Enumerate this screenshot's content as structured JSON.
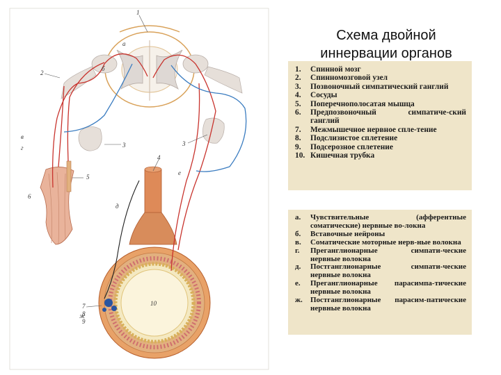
{
  "title_line1": "Схема двойной",
  "title_line2": "иннервации органов",
  "legend_structures": [
    {
      "key": "1.",
      "text": "Спинной мозг"
    },
    {
      "key": "2.",
      "text": "Спинномозговой узел"
    },
    {
      "key": "3.",
      "text": "Позвоночный симпатический ганглий"
    },
    {
      "key": "4.",
      "text": "Сосуды"
    },
    {
      "key": "5.",
      "text": "Поперечнополосатая мышца"
    },
    {
      "key": "6.",
      "text": "Предпозвоночный симпатиче-ский ганглий"
    },
    {
      "key": "7.",
      "text": "Межмышечное нервное спле-тение"
    },
    {
      "key": "8.",
      "text": "Подслизистое сплетение"
    },
    {
      "key": "9.",
      "text": "Подсерозное сплетение"
    },
    {
      "key": "10.",
      "text": "Кишечная трубка"
    }
  ],
  "legend_fibers": [
    {
      "key": "а.",
      "text": "Чувствительные (афферентные соматические) нервные во-локна"
    },
    {
      "key": "б.",
      "text": "Вставочные нейроны"
    },
    {
      "key": "в.",
      "text": "Соматические моторные нерв-ные волокна"
    },
    {
      "key": "г.",
      "text": "Преганглионарные симпати-ческие нервные волокна"
    },
    {
      "key": "д.",
      "text": "Постганглионарные симпати-ческие нервные волокна"
    },
    {
      "key": "е.",
      "text": "Преганглионарные парасимпа-тические нервные волокна"
    },
    {
      "key": "ж.",
      "text": "Постганглионарные парасим-патические нервные волокна"
    }
  ],
  "diagram_labels": {
    "n1": "1",
    "n2": "2",
    "n3a": "3",
    "n3b": "3",
    "n4": "4",
    "n5": "5",
    "n6": "6",
    "n7": "7",
    "n8": "8",
    "n9": "9",
    "n10": "10",
    "a": "а",
    "b": "б",
    "v": "в",
    "g": "г",
    "d": "д",
    "e": "е",
    "zh": "ж"
  },
  "colors": {
    "sensory": "#c8332d",
    "motor": "#3a7cc0",
    "nerve_tissue": "#e6dfd9",
    "gut_wall": "#d99760",
    "mucosa": "#f1e4a4",
    "background_panel": "#efe5c9"
  }
}
